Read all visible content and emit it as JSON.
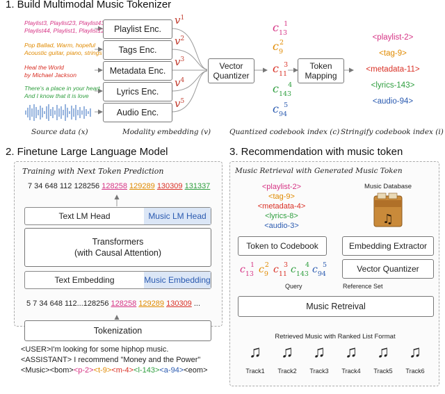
{
  "sections": {
    "s1_title": "1. Build Multimodal Music Tokenizer",
    "s2_title": "2. Finetune Large Language Model",
    "s3_title": "3. Recommendation with music token"
  },
  "stage1": {
    "sources": [
      {
        "lines": [
          "Playlist3, Playlist23, Playlist43",
          "Playlist44, Playlist1, Playlist12"
        ],
        "color": "#d63384"
      },
      {
        "lines": [
          "Pop Ballad, Warm, hopeful",
          "Acoustic guitar, piano, strings"
        ],
        "color": "#e08a00"
      },
      {
        "lines": [
          "Heal the World",
          "by Michael Jackson"
        ],
        "color": "#d93025"
      },
      {
        "lines": [
          "There's a place in your heart",
          "And I know that it is love"
        ],
        "color": "#2e9e3e"
      }
    ],
    "encoders": [
      "Playlist Enc.",
      "Tags Enc.",
      "Metadata Enc.",
      "Lyrics Enc.",
      "Audio Enc."
    ],
    "v_symbols": [
      {
        "base": "v",
        "sup": "1"
      },
      {
        "base": "v",
        "sup": "2"
      },
      {
        "base": "v",
        "sup": "3"
      },
      {
        "base": "v",
        "sup": "4"
      },
      {
        "base": "v",
        "sup": "5"
      }
    ],
    "quantizer": [
      "Vector",
      "Quantizer"
    ],
    "mapping": [
      "Token",
      "Mapping"
    ],
    "codebook": [
      {
        "sup": "1",
        "sub": "13",
        "color": "#d63384"
      },
      {
        "sup": "2",
        "sub": "9",
        "color": "#e08a00"
      },
      {
        "sup": "3",
        "sub": "11",
        "color": "#d93025"
      },
      {
        "sup": "4",
        "sub": "143",
        "color": "#2e9e3e"
      },
      {
        "sup": "5",
        "sub": "94",
        "color": "#2a5ab0"
      }
    ],
    "tokens": [
      {
        "text": "<playlist-2>",
        "color": "#d63384"
      },
      {
        "text": "<tag-9>",
        "color": "#e08a00"
      },
      {
        "text": "<metadata-11>",
        "color": "#d93025"
      },
      {
        "text": "<lyrics-143>",
        "color": "#2e9e3e"
      },
      {
        "text": "<audio-94>",
        "color": "#2a5ab0"
      }
    ],
    "captions": [
      "Source data (x)",
      "Modality embedding (v)",
      "Quantized codebook index (c)",
      "Stringify codebook index (i)"
    ]
  },
  "stage2": {
    "training_title": "Training with Next Token Prediction",
    "top_ids": [
      {
        "t": "7 34 648 112 128256",
        "c": "#222",
        "u": false
      },
      {
        "t": "128258",
        "c": "#d63384",
        "u": true
      },
      {
        "t": "129289",
        "c": "#e08a00",
        "u": true
      },
      {
        "t": "130309",
        "c": "#d93025",
        "u": true
      },
      {
        "t": "131337",
        "c": "#2e9e3e",
        "u": true
      }
    ],
    "text_head": "Text LM Head",
    "music_head": "Music LM Head",
    "transformers": [
      "Transformers",
      "(with Causal Attention)"
    ],
    "text_emb": "Text Embedding",
    "music_emb": "Music Embedding",
    "bottom_ids": [
      {
        "t": "5 7 34 648 112...128256",
        "c": "#222",
        "u": false
      },
      {
        "t": "128258",
        "c": "#d63384",
        "u": true
      },
      {
        "t": "129289",
        "c": "#e08a00",
        "u": true
      },
      {
        "t": "130309",
        "c": "#d93025",
        "u": true
      },
      {
        "t": "...",
        "c": "#222",
        "u": false
      }
    ],
    "tokenization": "Tokenization",
    "prompt_lines": [
      "<USER>I'm looking for some hiphop music.",
      "<ASSISTANT> I recommend \"Money and the Power\""
    ],
    "music_line": [
      {
        "t": "<Music><bom>",
        "c": "#222"
      },
      {
        "t": "<p-2>",
        "c": "#d63384"
      },
      {
        "t": "<t-9>",
        "c": "#e08a00"
      },
      {
        "t": "<m-4>",
        "c": "#d93025"
      },
      {
        "t": "<l-143>",
        "c": "#2e9e3e"
      },
      {
        "t": "<a-94>",
        "c": "#2a5ab0"
      },
      {
        "t": "<eom>",
        "c": "#222"
      }
    ]
  },
  "stage3": {
    "retrieval_title": "Music Retrieval with Generated Music Token",
    "gen_tokens": [
      {
        "text": "<playlist-2>",
        "color": "#d63384"
      },
      {
        "text": "<tag-9>",
        "color": "#e08a00"
      },
      {
        "text": "<metadata-4>",
        "color": "#d93025"
      },
      {
        "text": "<lyrics-8>",
        "color": "#2e9e3e"
      },
      {
        "text": "<audio-3>",
        "color": "#2a5ab0"
      }
    ],
    "db_label": "Music Database",
    "token_to_codebook": "Token to Codebook",
    "embedding_extractor": "Embedding Extractor",
    "vector_quantizer": "Vector Quantizer",
    "codes": [
      {
        "sup": "1",
        "sub": "13",
        "color": "#d63384"
      },
      {
        "sup": "2",
        "sub": "9",
        "color": "#e08a00"
      },
      {
        "sup": "3",
        "sub": "11",
        "color": "#d93025"
      },
      {
        "sup": "4",
        "sub": "143",
        "color": "#2e9e3e"
      },
      {
        "sup": "5",
        "sub": "94",
        "color": "#2a5ab0"
      }
    ],
    "query_label": "Query",
    "reference_label": "Reference Set",
    "music_retrieval": "Music Retreival",
    "ranked_label": "Retrieved Music with Ranked List Format",
    "tracks": [
      "Track1",
      "Track2",
      "Track3",
      "Track4",
      "Track5",
      "Track6"
    ],
    "note_glyph": "♫"
  }
}
